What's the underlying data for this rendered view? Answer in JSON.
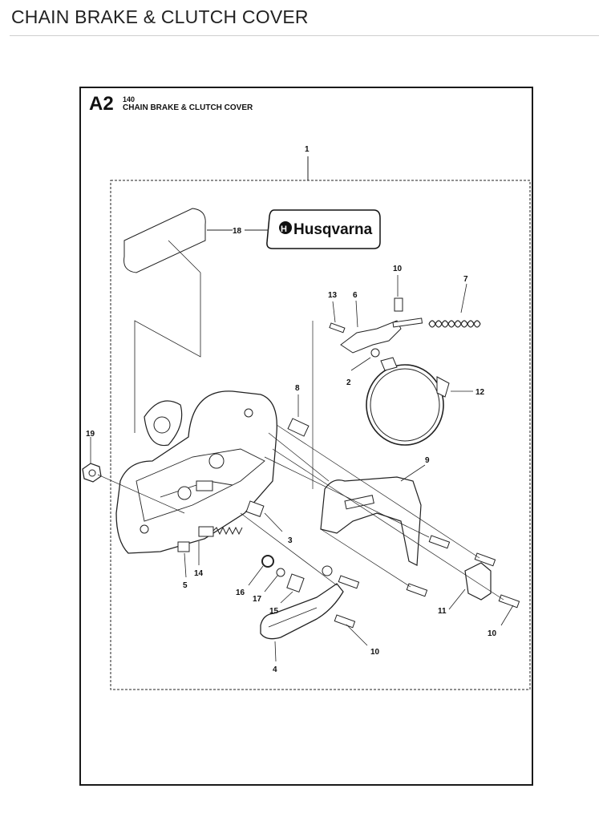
{
  "page": {
    "title": "CHAIN BRAKE & CLUTCH COVER"
  },
  "sheet": {
    "code": "A2",
    "number": "140",
    "name": "CHAIN BRAKE & CLUTCH COVER"
  },
  "logo": {
    "text": "Husqvarna"
  },
  "callouts": {
    "c1": "1",
    "c2": "2",
    "c3": "3",
    "c4": "4",
    "c5": "5",
    "c6": "6",
    "c7": "7",
    "c8": "8",
    "c9": "9",
    "c10a": "10",
    "c10b": "10",
    "c10c": "10",
    "c11": "11",
    "c12": "12",
    "c13": "13",
    "c14": "14",
    "c15": "15",
    "c16": "16",
    "c17": "17",
    "c18": "18",
    "c19": "19"
  }
}
